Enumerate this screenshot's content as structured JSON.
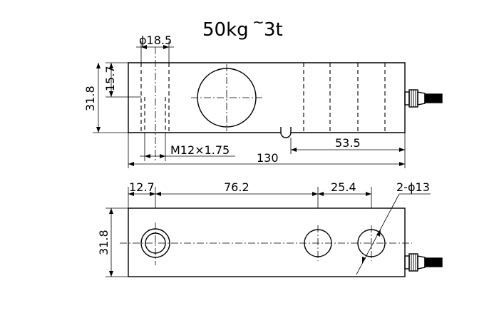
{
  "title": {
    "text": "50kg",
    "tilde": "~",
    "suffix": "3t"
  },
  "dimensions": {
    "hole_dia": "ϕ18.5",
    "height_inner": "15.7",
    "height_top": "31.8",
    "thread": "M12×1.75",
    "slot_offset": "53.5",
    "length": "130",
    "left_offset": "12.7",
    "center_span": "76.2",
    "hole_spacing": "25.4",
    "mount_holes": "2-ϕ13",
    "height_bottom": "31.8"
  }
}
